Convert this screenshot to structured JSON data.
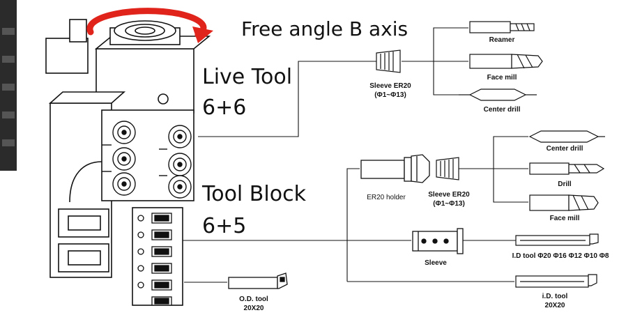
{
  "headings": {
    "b_axis": "Free angle B axis",
    "live_tool": "Live Tool",
    "live_tool_count": "6+6",
    "tool_block": "Tool Block",
    "tool_block_count": "6+5"
  },
  "live_tool_branch": {
    "sleeve": "Sleeve ER20",
    "sleeve_range": "(Φ1~Φ13)",
    "tools": [
      "Reamer",
      "Face mill",
      "Center drill"
    ]
  },
  "tool_block_branch": {
    "holder": "ER20 holder",
    "sleeve": "Sleeve ER20",
    "sleeve_range": "(Φ1~Φ13)",
    "tools": [
      "Center drill",
      "Drill",
      "Face mill"
    ],
    "boring_sleeve": "Sleeve",
    "id_tool_sizes": "I.D tool Φ20 Φ16 Φ12 Φ10 Φ8",
    "id_tool": "i.D. tool",
    "id_tool_size": "20X20",
    "od_tool": "O.D. tool",
    "od_tool_size": "20X20"
  },
  "colors": {
    "rotation_arrow": "#e0241b",
    "line": "#111111"
  }
}
